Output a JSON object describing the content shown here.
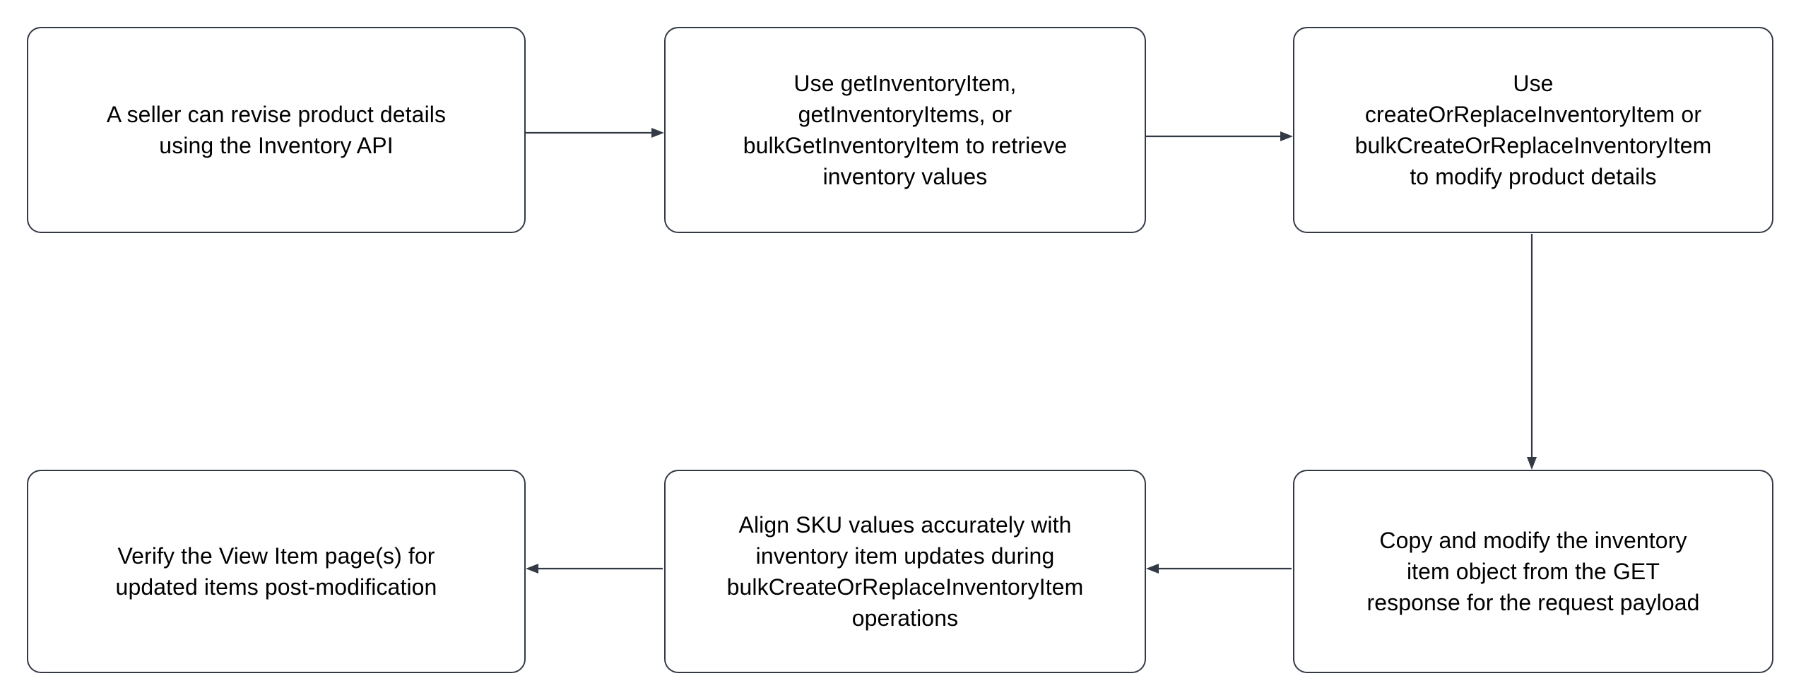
{
  "diagram": {
    "type": "flowchart",
    "orientation": "horizontal-serpentine",
    "background_color": "#ffffff",
    "node_border_color": "#333a45",
    "node_fill_color": "#ffffff",
    "text_color": "#000000",
    "edge_color": "#333a45",
    "nodes": [
      {
        "id": "n1",
        "label": "A seller can revise product details\nusing the Inventory API",
        "row": 1,
        "column": 1
      },
      {
        "id": "n2",
        "label": "Use getInventoryItem,\ngetInventoryItems, or\nbulkGetInventoryItem to retrieve\ninventory values",
        "row": 1,
        "column": 2
      },
      {
        "id": "n3",
        "label": "Use\ncreateOrReplaceInventoryItem or\nbulkCreateOrReplaceInventoryItem\nto modify product details",
        "row": 1,
        "column": 3
      },
      {
        "id": "n4",
        "label": "Copy and modify the inventory\nitem object from the GET\nresponse for the request payload",
        "row": 2,
        "column": 3
      },
      {
        "id": "n5",
        "label": "Align SKU values accurately with\ninventory item updates during\nbulkCreateOrReplaceInventoryItem\noperations",
        "row": 2,
        "column": 2
      },
      {
        "id": "n6",
        "label": "Verify the View Item page(s) for\nupdated items post-modification",
        "row": 2,
        "column": 1
      }
    ],
    "edges": [
      {
        "id": "e1",
        "from": "n1",
        "to": "n2",
        "direction": "right",
        "label": ""
      },
      {
        "id": "e2",
        "from": "n2",
        "to": "n3",
        "direction": "right",
        "label": ""
      },
      {
        "id": "e3",
        "from": "n3",
        "to": "n4",
        "direction": "down",
        "label": ""
      },
      {
        "id": "e4",
        "from": "n4",
        "to": "n5",
        "direction": "left",
        "label": ""
      },
      {
        "id": "e5",
        "from": "n5",
        "to": "n6",
        "direction": "left",
        "label": ""
      }
    ]
  }
}
